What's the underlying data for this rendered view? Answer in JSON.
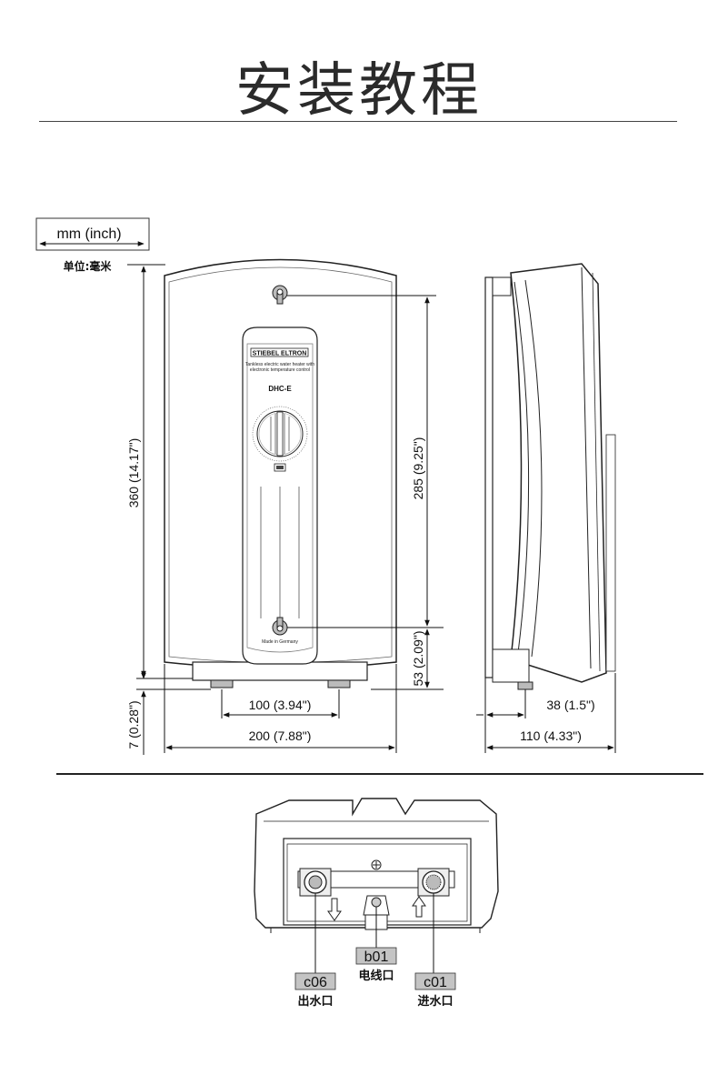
{
  "header": {
    "title": "安装教程"
  },
  "units": {
    "legend": "mm (inch)",
    "unit_note": "单位:毫米"
  },
  "front_view": {
    "brand": "STIEBEL ELTRON",
    "desc_line1": "Tankless electric water heater with",
    "desc_line2": "electronic temperature control",
    "model": "DHC-E",
    "made_in": "Made in Germany"
  },
  "dimensions": {
    "height_total": "360 (14.17\")",
    "hole_spacing": "285 (9.25\")",
    "bottom_to_hole": "53 (2.09\")",
    "feet_spacing": "100 (3.94\")",
    "width_total": "200 (7.88\")",
    "feet_height": "7 (0.28\")",
    "side_offset": "38 (1.5\")",
    "depth_total": "110 (4.33\")"
  },
  "bottom_view": {
    "connections": [
      {
        "code": "c06",
        "name": "出水口"
      },
      {
        "code": "b01",
        "name": "电线口"
      },
      {
        "code": "c01",
        "name": "进水口"
      }
    ]
  }
}
